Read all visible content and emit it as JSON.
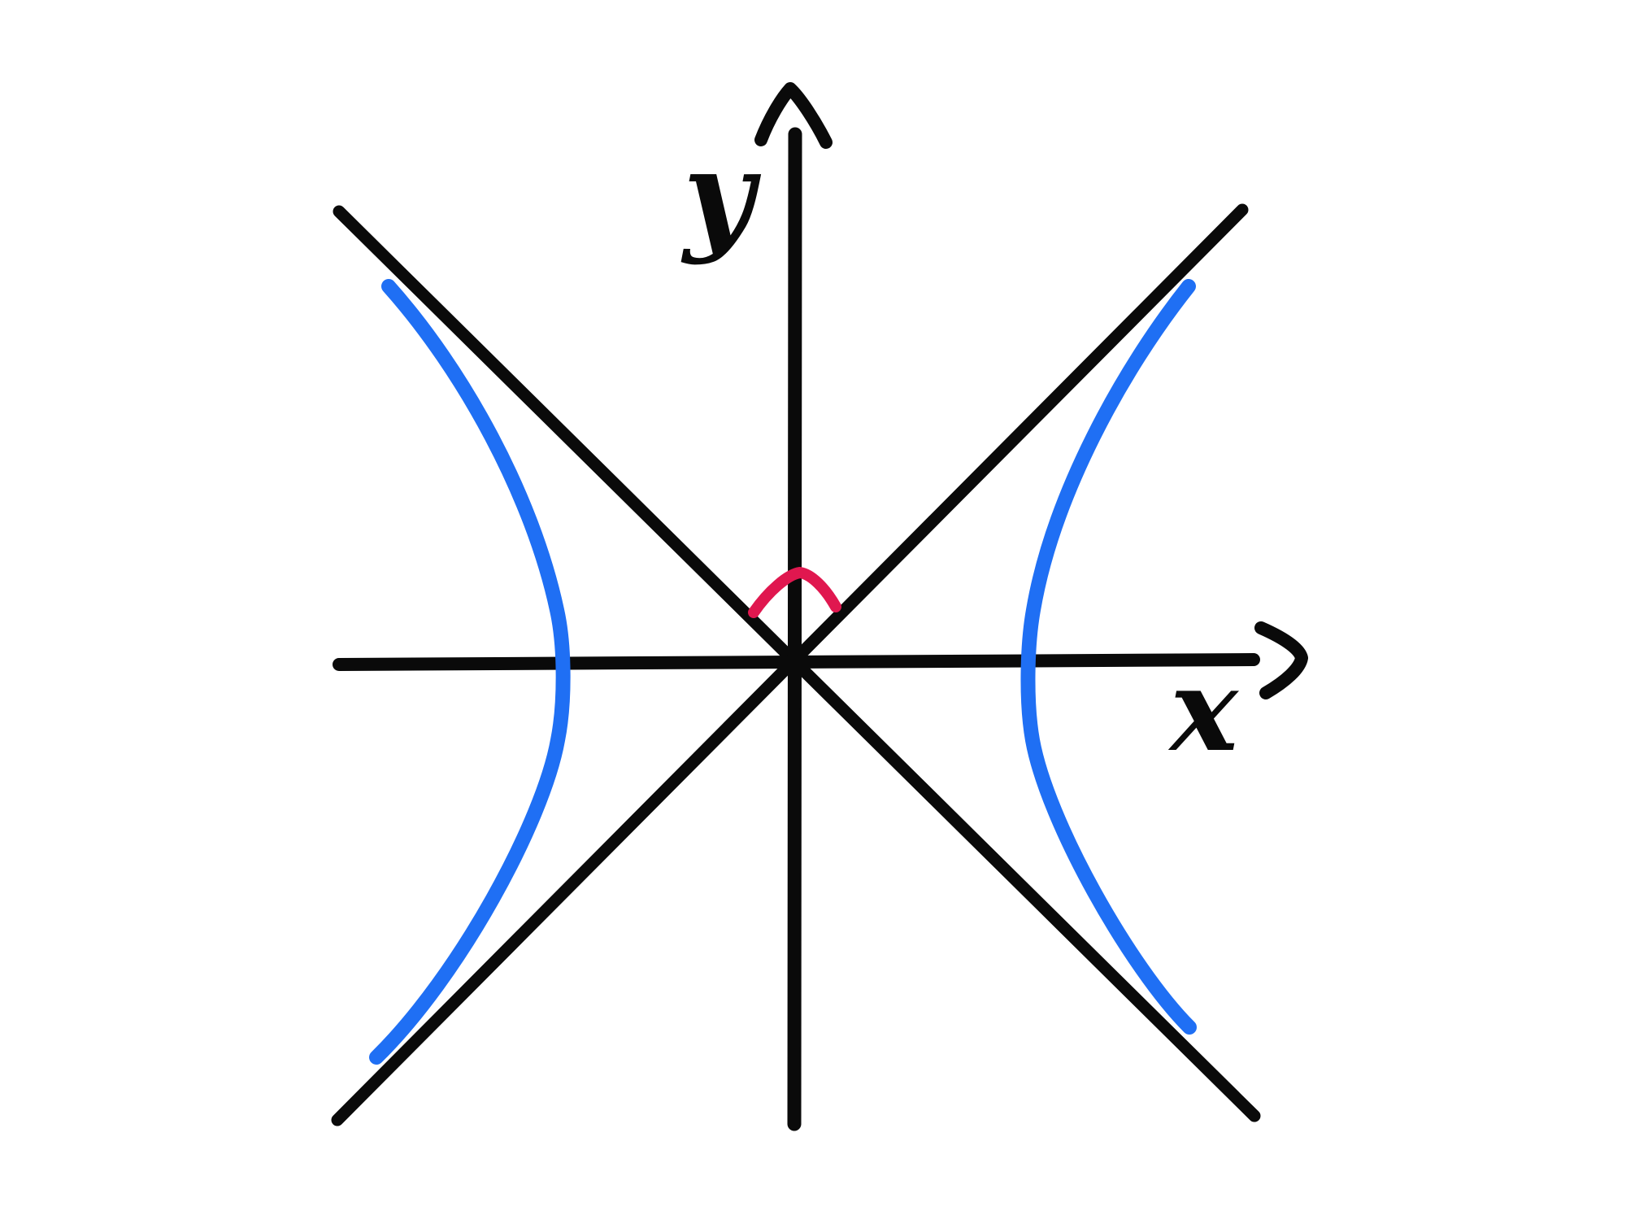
{
  "diagram": {
    "description": "Hand-drawn sketch of a hyperbola with its two asymptotes on an x-y coordinate system, with an angle marker between the asymptotes above the origin",
    "background_color": "#ffffff",
    "ink_color": "#0a0a0a",
    "hyperbola_color": "#1f6ff4",
    "angle_marker_color": "#e0174f",
    "x_axis": {
      "label": "x"
    },
    "y_axis": {
      "label": "y"
    },
    "elements": {
      "asymptote_count": 2,
      "hyperbola_branch_count": 2,
      "angle_marker": "chevron between the asymptotes above the origin"
    }
  }
}
